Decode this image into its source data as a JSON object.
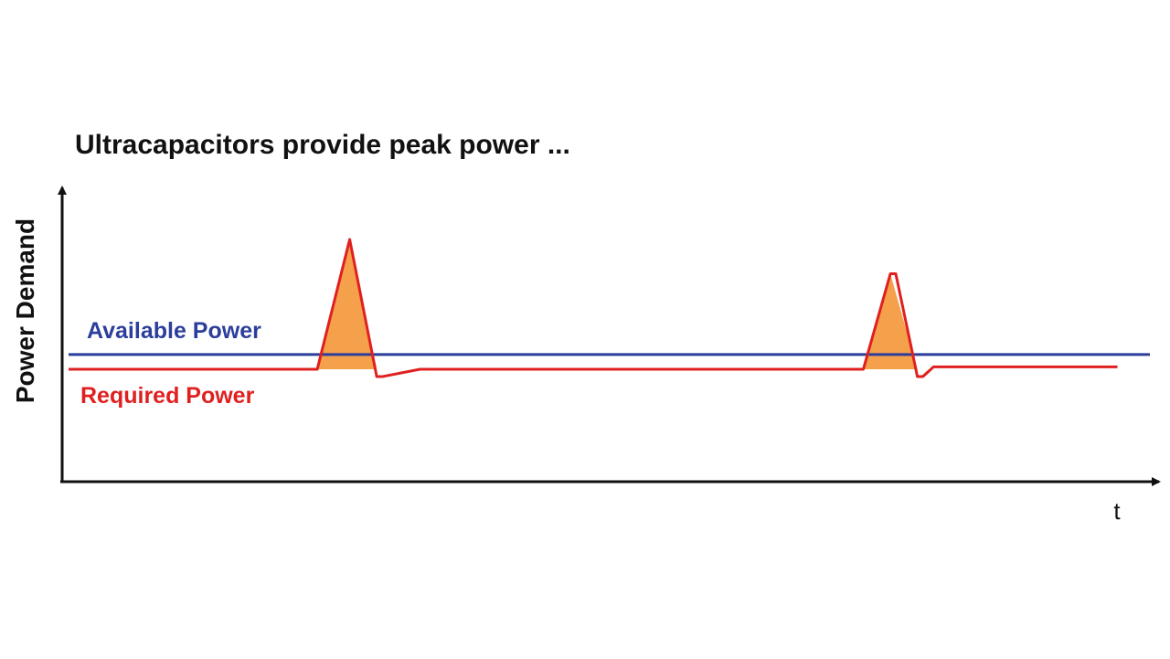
{
  "chart_data": {
    "type": "line",
    "title": "Ultracapacitors provide peak power ...",
    "xlabel": "t",
    "ylabel": "Power Demand",
    "xlim": [
      0,
      100
    ],
    "ylim": [
      0,
      100
    ],
    "grid": false,
    "series": [
      {
        "name": "Available Power",
        "color": "#2c3e9b",
        "x": [
          0,
          100
        ],
        "y": [
          53,
          53
        ]
      },
      {
        "name": "Required Power",
        "color": "#e02020",
        "x": [
          0,
          23,
          26,
          28.5,
          29,
          32.5,
          33,
          72.5,
          73.5,
          76,
          76.5,
          78.5,
          79,
          80,
          97
        ],
        "y": [
          47,
          47,
          100,
          44,
          44,
          47,
          47,
          47,
          47,
          86,
          86,
          44,
          44,
          48,
          48
        ]
      }
    ],
    "peak_fill_color": "#f5a04a",
    "peaks": [
      {
        "x": [
          23,
          26,
          28.5
        ],
        "y": [
          47,
          100,
          47
        ]
      },
      {
        "x": [
          73.5,
          76,
          78.5
        ],
        "y": [
          47,
          86,
          47
        ]
      }
    ]
  }
}
